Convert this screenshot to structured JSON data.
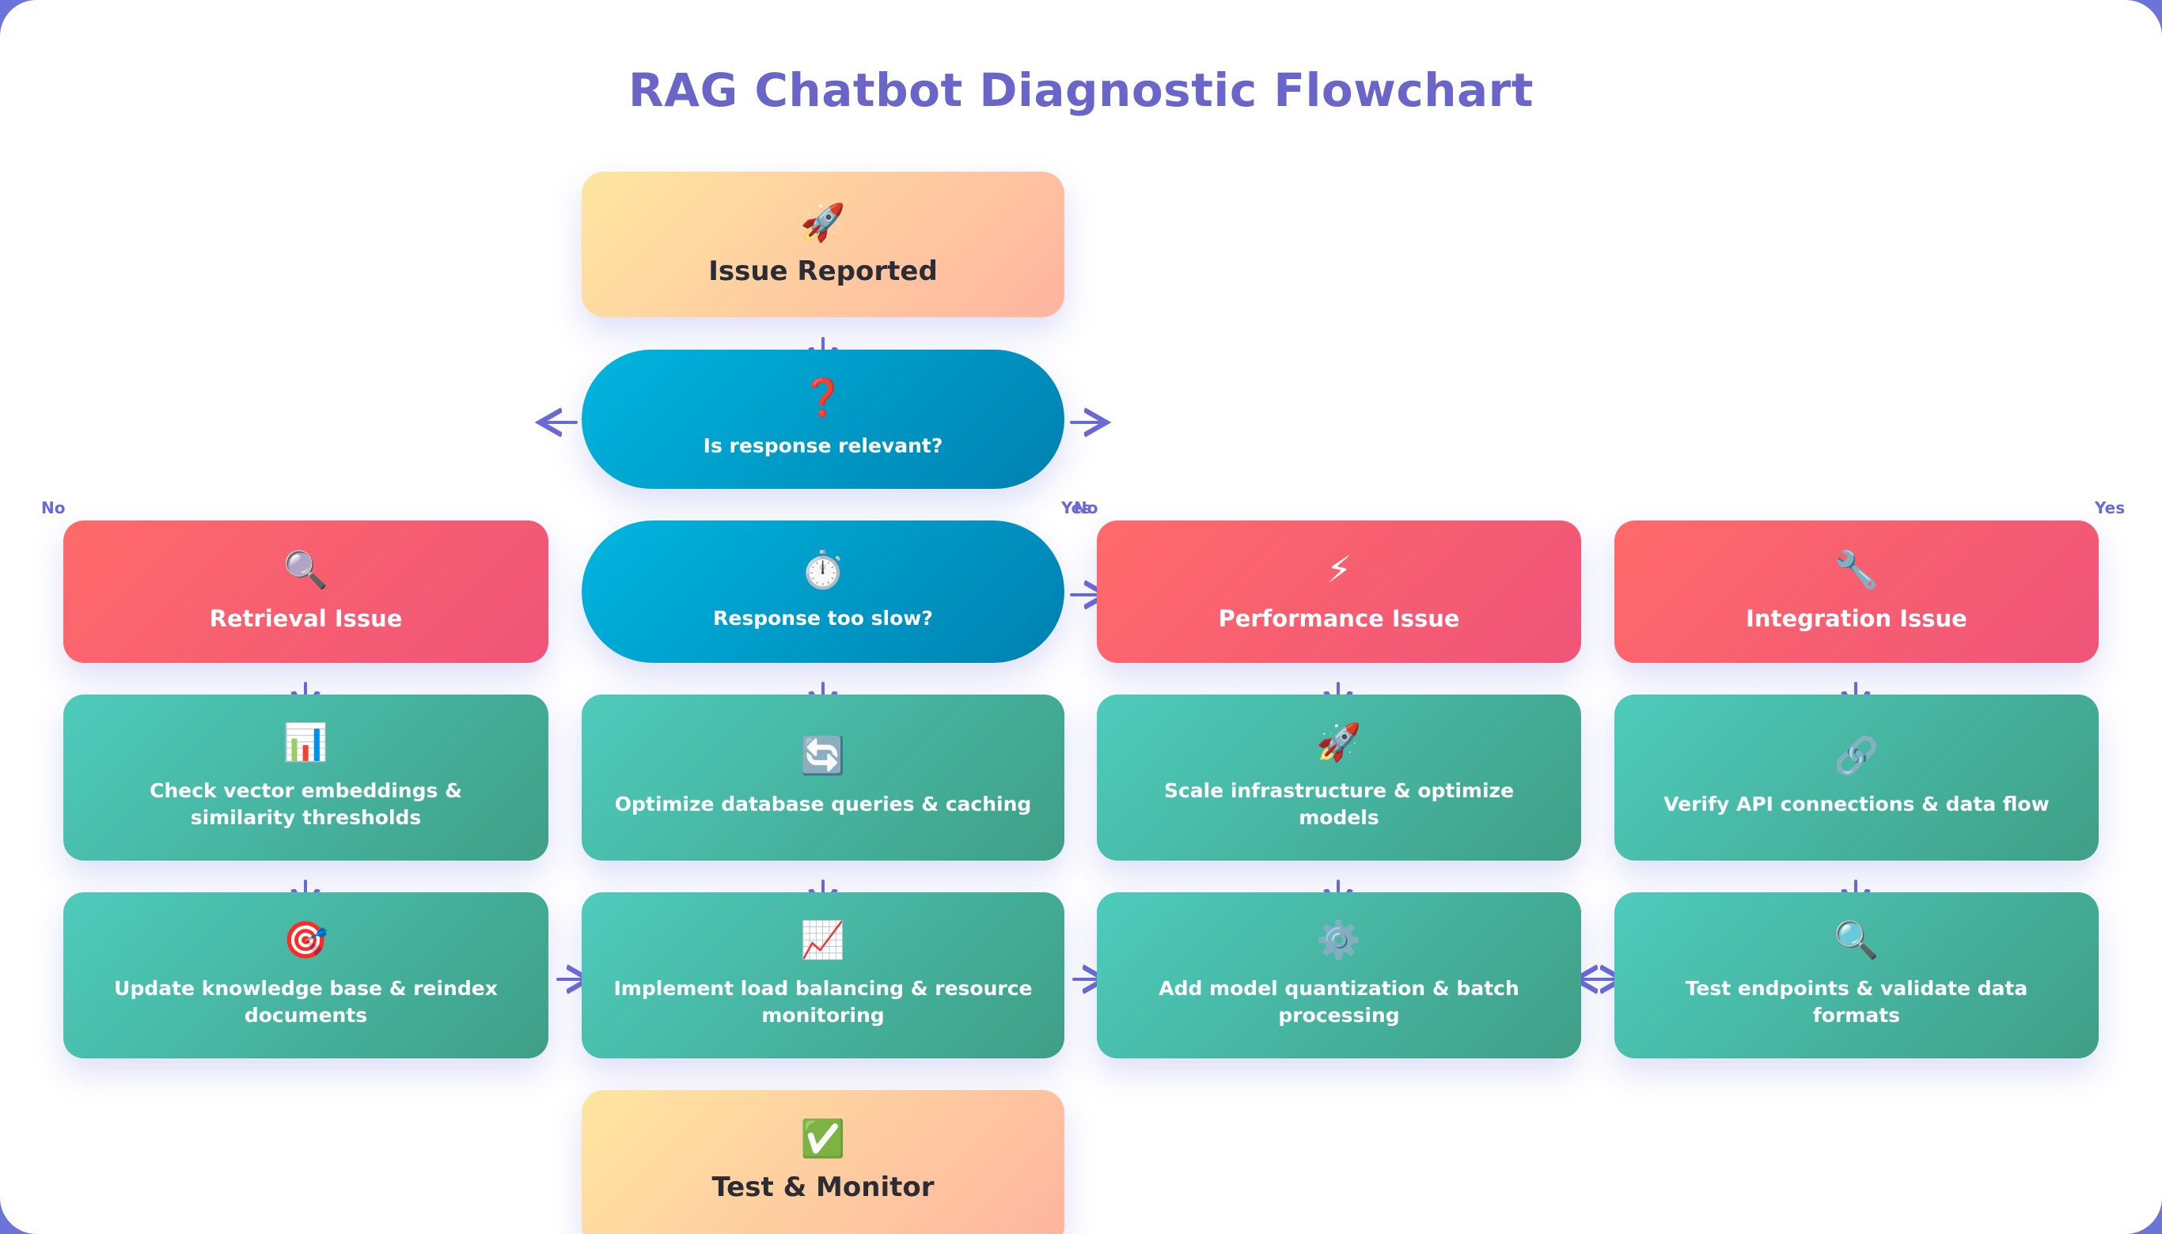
{
  "title": "RAG Chatbot Diagnostic Flowchart",
  "colors": {
    "title": "#6a65c8",
    "arrow": "#6a6ad6",
    "background": "#6b74d8"
  },
  "nodes": {
    "issue_reported": {
      "icon": "🚀",
      "icon_name": "rocket-icon",
      "label": "Issue Reported"
    },
    "decision_relevant": {
      "icon": "❓",
      "icon_name": "question-mark-icon",
      "label": "Is response relevant?"
    },
    "decision_slow": {
      "icon": "⏱️",
      "icon_name": "stopwatch-icon",
      "label": "Response too slow?"
    },
    "retrieval_issue": {
      "icon": "🔍",
      "icon_name": "magnifier-icon",
      "label": "Retrieval Issue"
    },
    "performance_issue": {
      "icon": "⚡",
      "icon_name": "lightning-icon",
      "label": "Performance Issue"
    },
    "integration_issue": {
      "icon": "🔧",
      "icon_name": "wrench-icon",
      "label": "Integration Issue"
    },
    "check_embeddings": {
      "icon": "📊",
      "icon_name": "bar-chart-icon",
      "label": "Check vector embeddings & similarity thresholds"
    },
    "optimize_queries": {
      "icon": "🔄",
      "icon_name": "refresh-icon",
      "label": "Optimize database queries & caching"
    },
    "scale_infra": {
      "icon": "🚀",
      "icon_name": "rocket-icon",
      "label": "Scale infrastructure & optimize models"
    },
    "verify_api": {
      "icon": "🔗",
      "icon_name": "link-icon",
      "label": "Verify API connections & data flow"
    },
    "update_kb": {
      "icon": "🎯",
      "icon_name": "target-icon",
      "label": "Update knowledge base & reindex documents"
    },
    "load_balancing": {
      "icon": "📈",
      "icon_name": "trend-chart-icon",
      "label": "Implement load balancing & resource monitoring"
    },
    "quantization": {
      "icon": "⚙️",
      "icon_name": "gear-icon",
      "label": "Add model quantization & batch processing"
    },
    "test_endpoints": {
      "icon": "🔍",
      "icon_name": "magnifier-icon",
      "label": "Test endpoints & validate data formats"
    },
    "test_monitor": {
      "icon": "✅",
      "icon_name": "check-icon",
      "label": "Test & Monitor"
    }
  },
  "branch_labels": {
    "relevant_no": "No",
    "relevant_yes": "Yes",
    "slow_no": "No",
    "slow_yes": "Yes"
  }
}
